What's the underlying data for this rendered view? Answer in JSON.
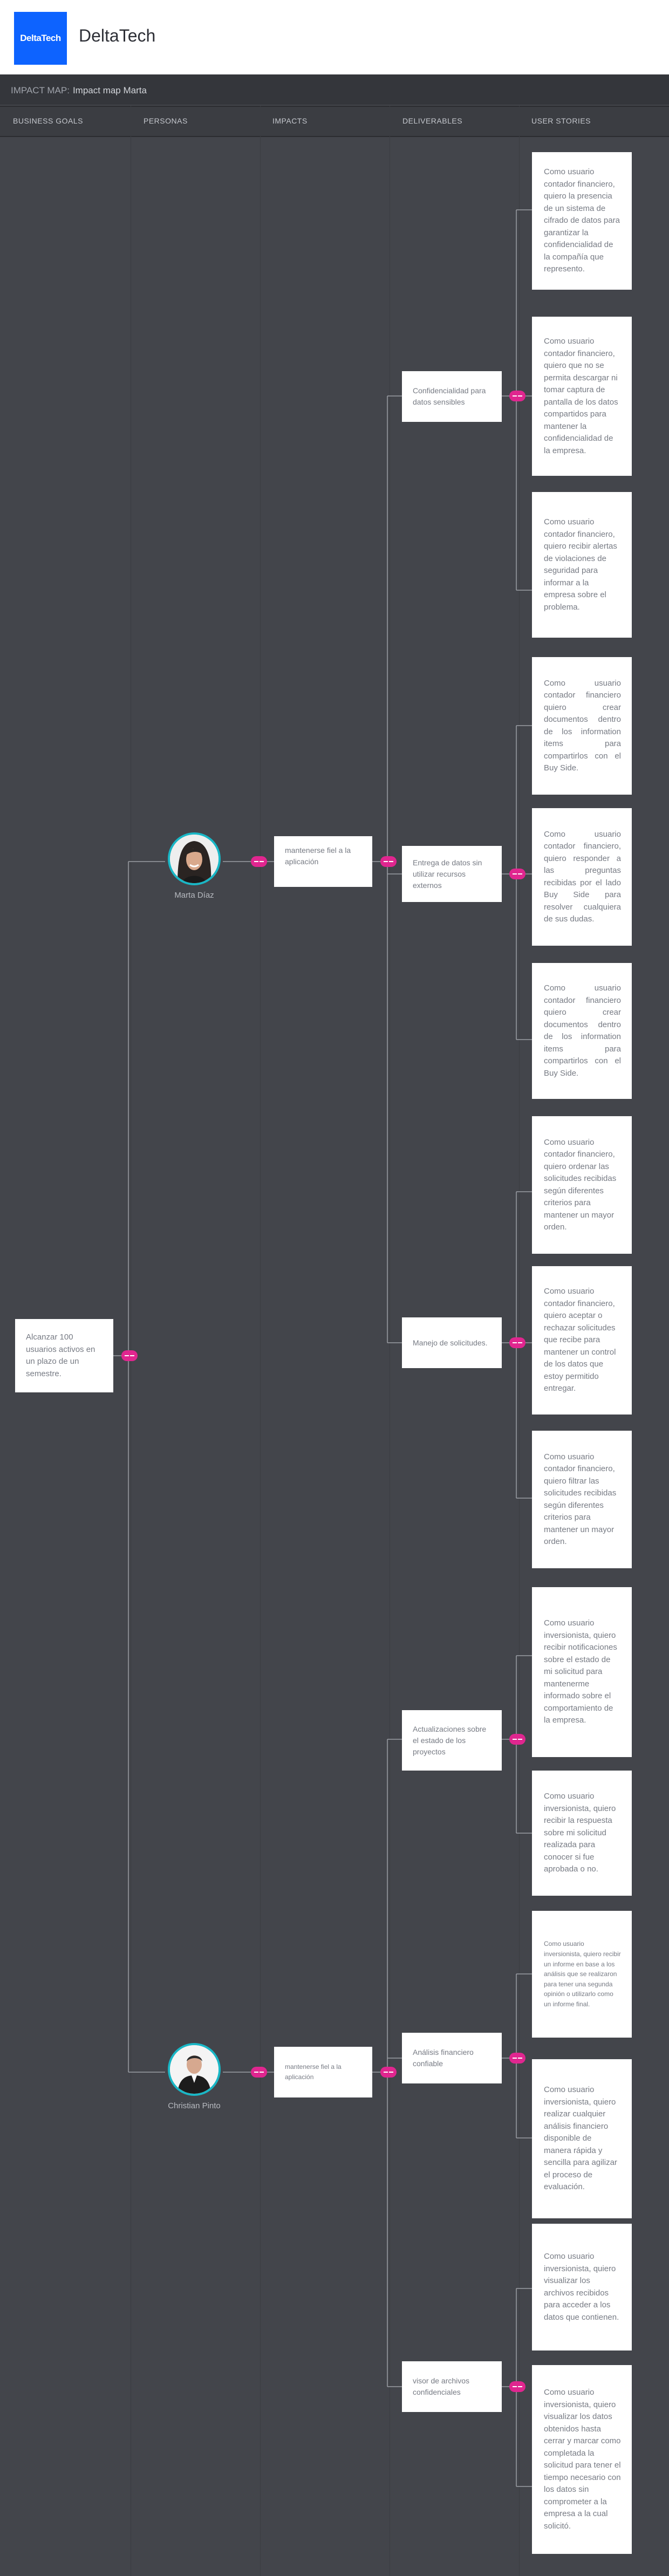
{
  "app": {
    "logo_text": "DeltaTech",
    "title": "DeltaTech"
  },
  "breadcrumb": {
    "label": "IMPACT MAP:",
    "value": "Impact map Marta"
  },
  "columns": [
    "BUSINESS GOALS",
    "PERSONAS",
    "IMPACTS",
    "DELIVERABLES",
    "USER STORIES"
  ],
  "colors": {
    "accent": "#e0268f",
    "avatar_ring": "#19b7c6",
    "background": "#43454b",
    "logo": "#0d63ff"
  },
  "goal": {
    "text": "Alcanzar 100 usuarios activos en un plazo de un semestre."
  },
  "personas": [
    {
      "name": "Marta Díaz",
      "impact": "mantenerse fiel a la aplicación",
      "deliverables": [
        {
          "label": "Confidencialidad para datos sensibles",
          "stories": [
            "Como usuario contador financiero, quiero la presencia de un sistema de cifrado de datos para garantizar la confidencialidad de la compañía que represento.",
            "Como usuario contador financiero, quiero que no se permita descargar ni tomar captura de pantalla de los datos compartidos para mantener la confidencialidad de la empresa.",
            "Como usuario contador financiero, quiero recibir alertas de violaciones de seguridad para informar a la empresa sobre el problema."
          ]
        },
        {
          "label": "Entrega de datos sin utilizar recursos externos",
          "stories": [
            "Como usuario contador financiero quiero crear documentos dentro de los information items para compartirlos con el Buy Side.",
            "Como usuario contador financiero, quiero responder a las preguntas recibidas por el lado Buy Side para resolver cualquiera de sus dudas.",
            "Como usuario contador financiero quiero crear documentos dentro de los information items para compartirlos con el Buy Side."
          ]
        },
        {
          "label": "Manejo de solicitudes.",
          "stories": [
            "Como usuario contador financiero, quiero ordenar las solicitudes recibidas según diferentes criterios para mantener un mayor orden.",
            "Como usuario contador financiero, quiero aceptar o rechazar solicitudes que recibe para mantener un control de los datos que estoy permitido entregar.",
            "Como usuario contador financiero, quiero filtrar las solicitudes recibidas según diferentes criterios para mantener un mayor orden."
          ]
        }
      ]
    },
    {
      "name": "Christian Pinto",
      "impact": "mantenerse fiel a la aplicación",
      "deliverables": [
        {
          "label": "Actualizaciones sobre el estado de los proyectos",
          "stories": [
            "Como usuario inversionista, quiero recibir notificaciones sobre el estado de mi solicitud para mantenerme informado sobre el comportamiento de la empresa.",
            "Como usuario inversionista, quiero recibir la respuesta sobre mi solicitud realizada para conocer si fue aprobada o no."
          ]
        },
        {
          "label": "Análisis financiero confiable",
          "stories": [
            "Como usuario inversionista, quiero recibir un informe en base a los análisis que se realizaron para tener una segunda opinión o utilizarlo como un informe final.",
            "Como usuario inversionista, quiero realizar cualquier análisis financiero disponible de manera rápida y sencilla para agilizar el proceso de evaluación."
          ]
        },
        {
          "label": "visor de archivos confidenciales",
          "stories": [
            "Como usuario inversionista, quiero visualizar los archivos recibidos para acceder a los datos que contienen.",
            "Como usuario inversionista, quiero visualizar los datos obtenidos hasta cerrar y marcar como completada la solicitud para tener el tiempo necesario con los datos sin comprometer a la empresa a la cual solicitó."
          ]
        }
      ]
    }
  ]
}
